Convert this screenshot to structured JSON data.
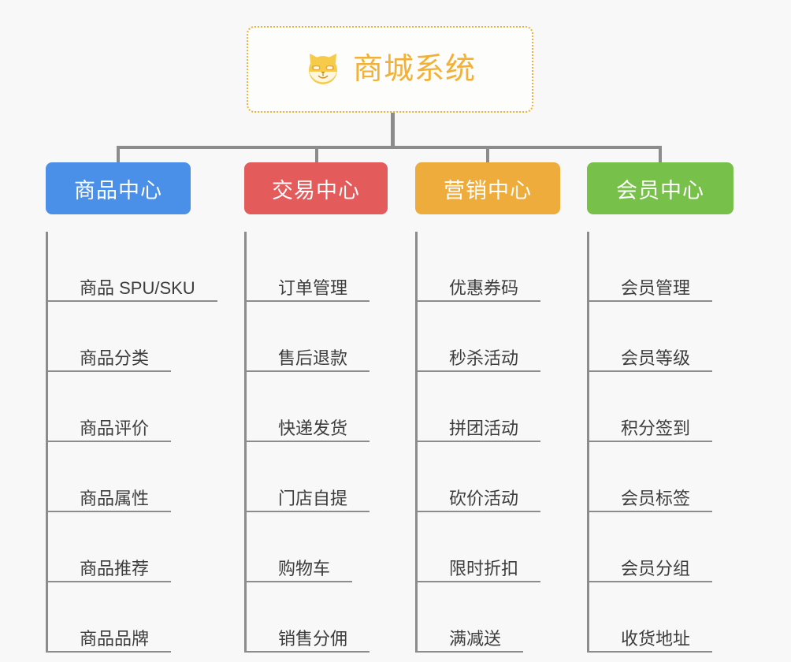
{
  "background_color": "#f8f8f8",
  "root": {
    "title": "商城系统",
    "icon": "shiba-dog-icon",
    "text_color": "#f2b035",
    "border_color": "#e8b339",
    "background_color": "#fdfdfc"
  },
  "connector_color": "#8c8c8c",
  "columns": [
    {
      "title": "商品中心",
      "color": "#4a90e8",
      "items": [
        "商品 SPU/SKU",
        "商品分类",
        "商品评价",
        "商品属性",
        "商品推荐",
        "商品品牌"
      ]
    },
    {
      "title": "交易中心",
      "color": "#e35b5b",
      "items": [
        "订单管理",
        "售后退款",
        "快递发货",
        "门店自提",
        "购物车",
        "销售分佣"
      ]
    },
    {
      "title": "营销中心",
      "color": "#eeac3c",
      "items": [
        "优惠券码",
        "秒杀活动",
        "拼团活动",
        "砍价活动",
        "限时折扣",
        "满减送"
      ]
    },
    {
      "title": "会员中心",
      "color": "#77c04a",
      "items": [
        "会员管理",
        "会员等级",
        "积分签到",
        "会员标签",
        "会员分组",
        "收货地址"
      ]
    }
  ]
}
